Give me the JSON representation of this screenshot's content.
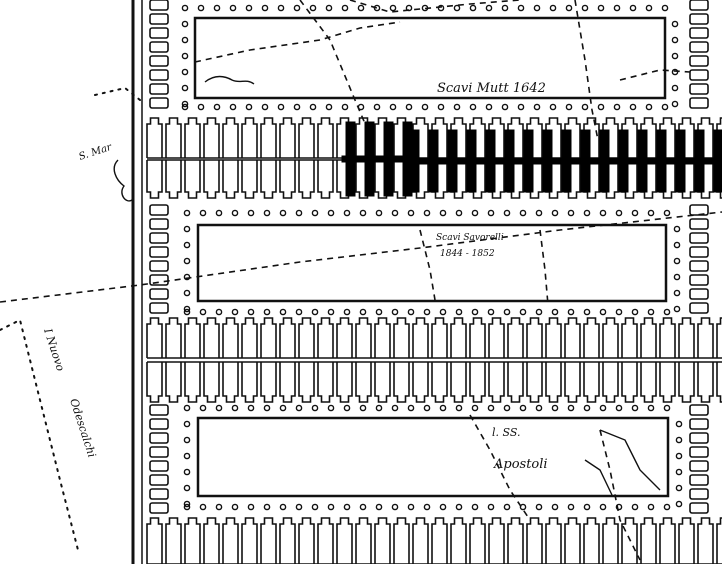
{
  "map": {
    "labels": {
      "scavi_1642": "Scavi Mutt 1642",
      "scavi_savorelli": "Scavi Savorelli",
      "scavi_savorelli_years": "1844 - 1852",
      "s_mar": "S. Mar",
      "l_ss": "l. SS.",
      "apostoli": "Apostoli",
      "nuovo": "I Nuovo",
      "odescalchi": "Odescalchi"
    },
    "colors": {
      "ink": "#111111",
      "paper": "#ffffff",
      "hatch": "#000000"
    },
    "features": {
      "row_count": 3,
      "corridor_count": 2,
      "highlighted_segment": "excavated portico (dark hatching)"
    }
  }
}
